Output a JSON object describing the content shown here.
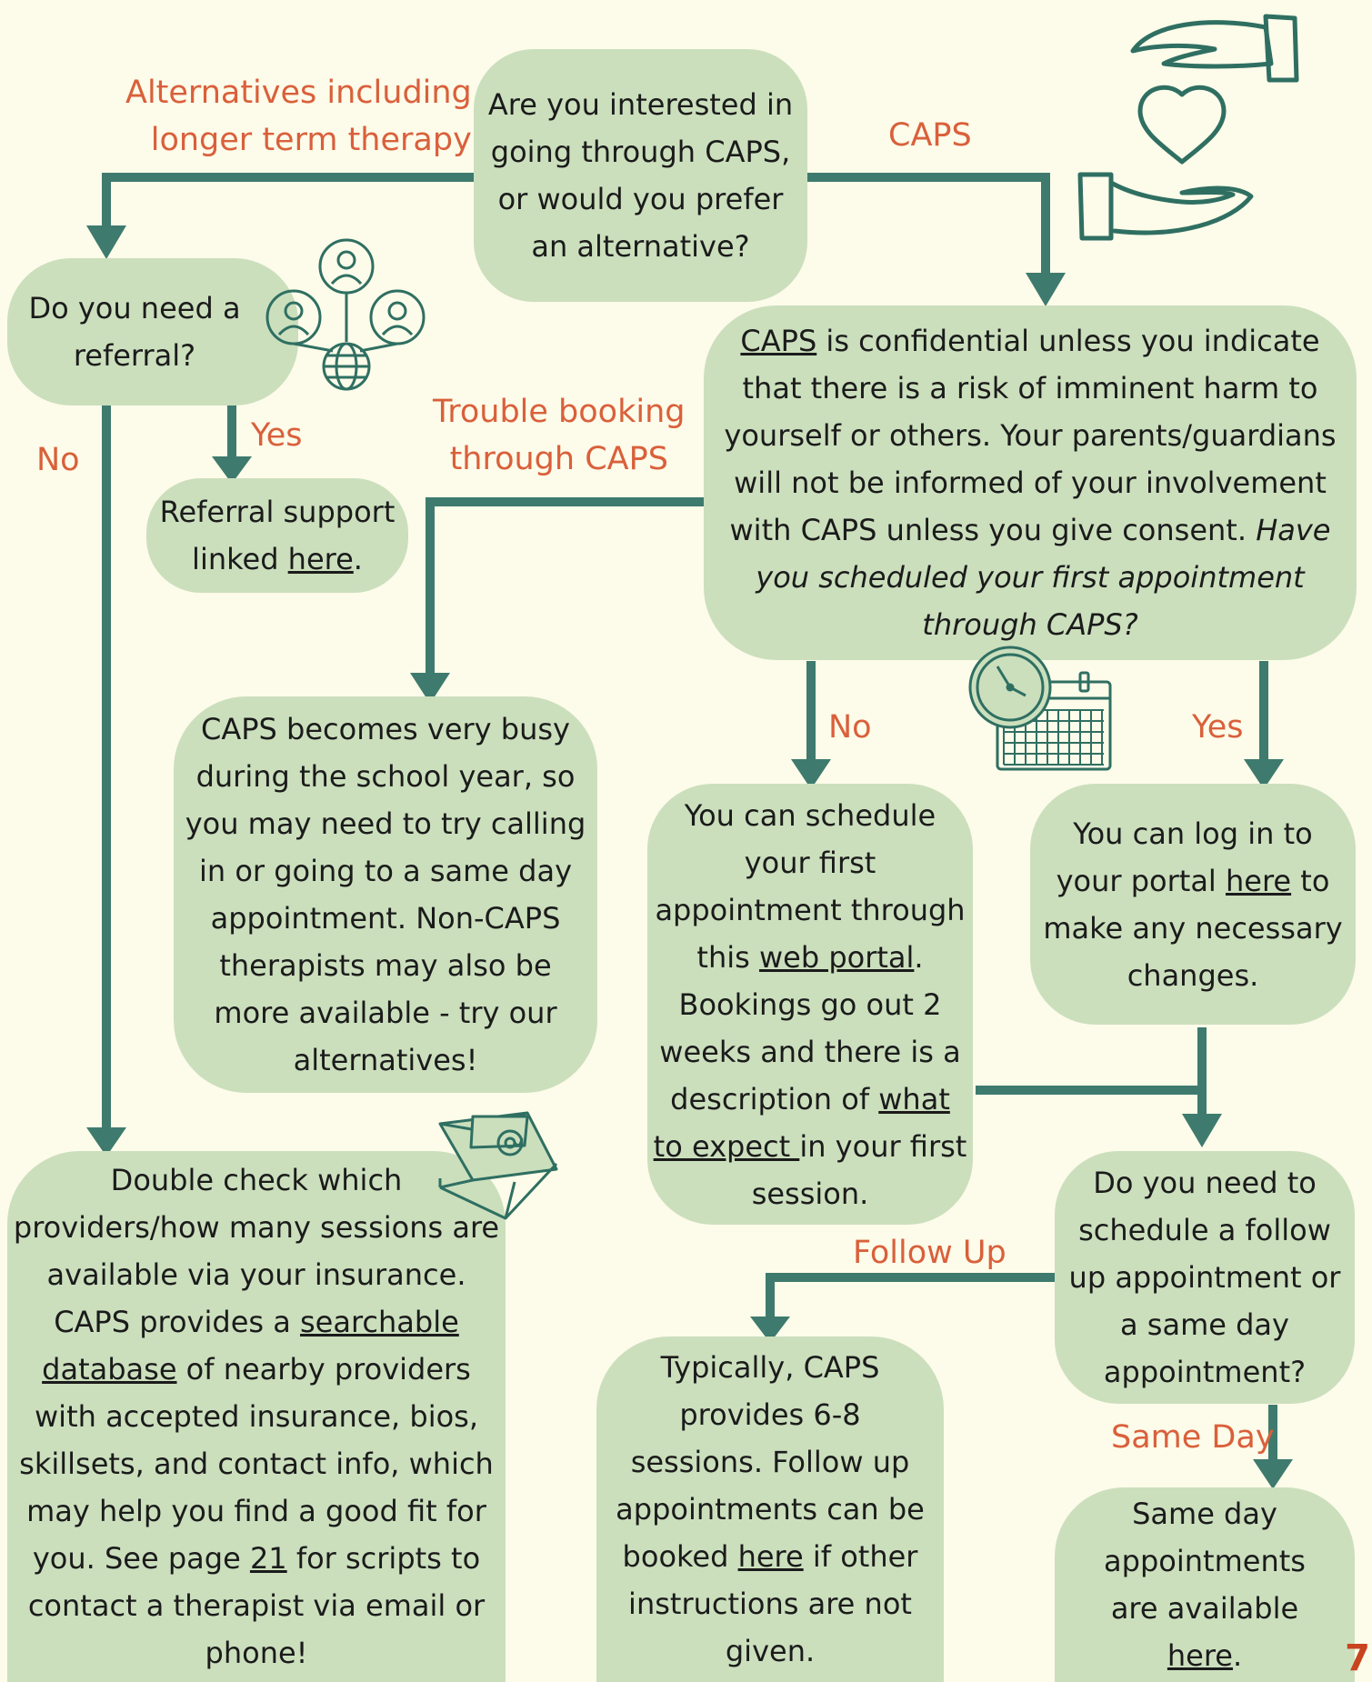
{
  "colors": {
    "background": "#fdfbe9",
    "box_fill": "#cbdfbd",
    "connector": "#3e7b6e",
    "edge_label": "#d9603b",
    "page_number": "#c8441f"
  },
  "nodes": {
    "start": {
      "line1": "Are you interested in",
      "line2": "going through CAPS,",
      "line3": "or would you prefer",
      "line4": "an alternative?"
    },
    "referral_question": {
      "line1": "Do you need a",
      "line2": "referral?"
    },
    "referral_support": {
      "pre": "Referral support",
      "mid": "linked ",
      "link": "here",
      "post": "."
    },
    "confidential": {
      "link": "CAPS",
      "text1": " is confidential unless you indicate that there is a risk of imminent harm to yourself or others. Your parents/guardians will not be informed of your involvement with CAPS unless you give consent. ",
      "question": "Have you scheduled your first appointment through CAPS?"
    },
    "busy": {
      "text": "CAPS becomes very busy during the school year, so you may need to try calling in or going to a same day appointment. Non-CAPS therapists may also be more available - try our alternatives!"
    },
    "schedule_first": {
      "pre": "You can schedule your first appointment through this ",
      "link1": "web portal",
      "mid": ". Bookings go out 2 weeks and there is a description of ",
      "link2": "what to expect ",
      "post": "in your first session."
    },
    "portal_login": {
      "pre": "You can log in to your portal ",
      "link": "here",
      "post": " to make any necessary changes."
    },
    "insurance": {
      "pre": "Double check which providers/how many sessions are available via your insurance. CAPS provides a ",
      "link1": "searchable database",
      "mid": " of nearby providers with accepted insurance, bios, skillsets, and contact info, which may help you find a good fit for you. See page ",
      "link2": "21",
      "post": " for scripts to contact a therapist via email or phone!"
    },
    "followup_question": {
      "text": "Do you need to schedule a follow up appointment or a same day appointment?"
    },
    "followup_info": {
      "pre": "Typically, CAPS provides 6-8 sessions. Follow up appointments can be booked ",
      "link": "here",
      "post": " if other instructions are not given."
    },
    "sameday_info": {
      "pre": "Same day appointments are available ",
      "link": "here",
      "post": "."
    }
  },
  "edges": {
    "alternatives_line1": "Alternatives including",
    "alternatives_line2": "longer term therapy",
    "caps": "CAPS",
    "no_referral": "No",
    "yes_referral": "Yes",
    "trouble_line1": "Trouble booking",
    "trouble_line2": "through CAPS",
    "not_scheduled": "No",
    "scheduled": "Yes",
    "follow_up": "Follow Up",
    "same_day": "Same Day"
  },
  "icons": [
    "hands-heart-icon",
    "network-people-icon",
    "clock-calendar-icon",
    "email-icon"
  ],
  "page_number": "7"
}
